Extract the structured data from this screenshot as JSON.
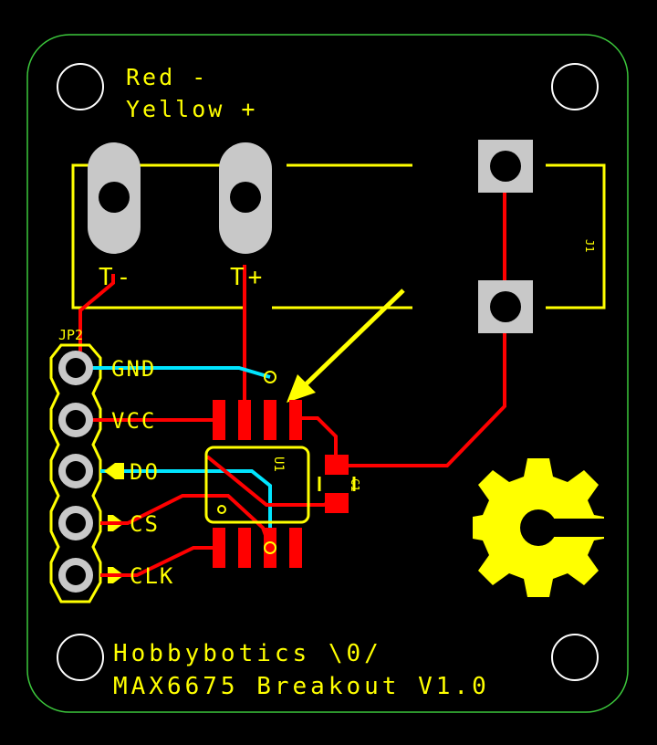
{
  "board": {
    "header_line1": "Red -",
    "header_line2": "Yellow +",
    "footer_line1": "Hobbybotics \\0/",
    "footer_line2": "MAX6675 Breakout V1.0",
    "outline_color": "#3cc83c",
    "silk_color": "#ffff00",
    "copper_color": "#ff0000",
    "bottom_copper_color": "#00e5ff",
    "pad_color": "#c8c8c8"
  },
  "thermocouple": {
    "minus_label": "T-",
    "plus_label": "T+"
  },
  "connector_j1": {
    "ref": "J1"
  },
  "header_jp2": {
    "ref": "JP2",
    "pins": [
      "GND",
      "VCC",
      "DO",
      "CS",
      "CLK"
    ]
  },
  "chip_u1": {
    "ref": "U1"
  },
  "cap_c1": {
    "ref": "C1"
  },
  "logo": {
    "icon": "open-hardware-gear-icon"
  }
}
